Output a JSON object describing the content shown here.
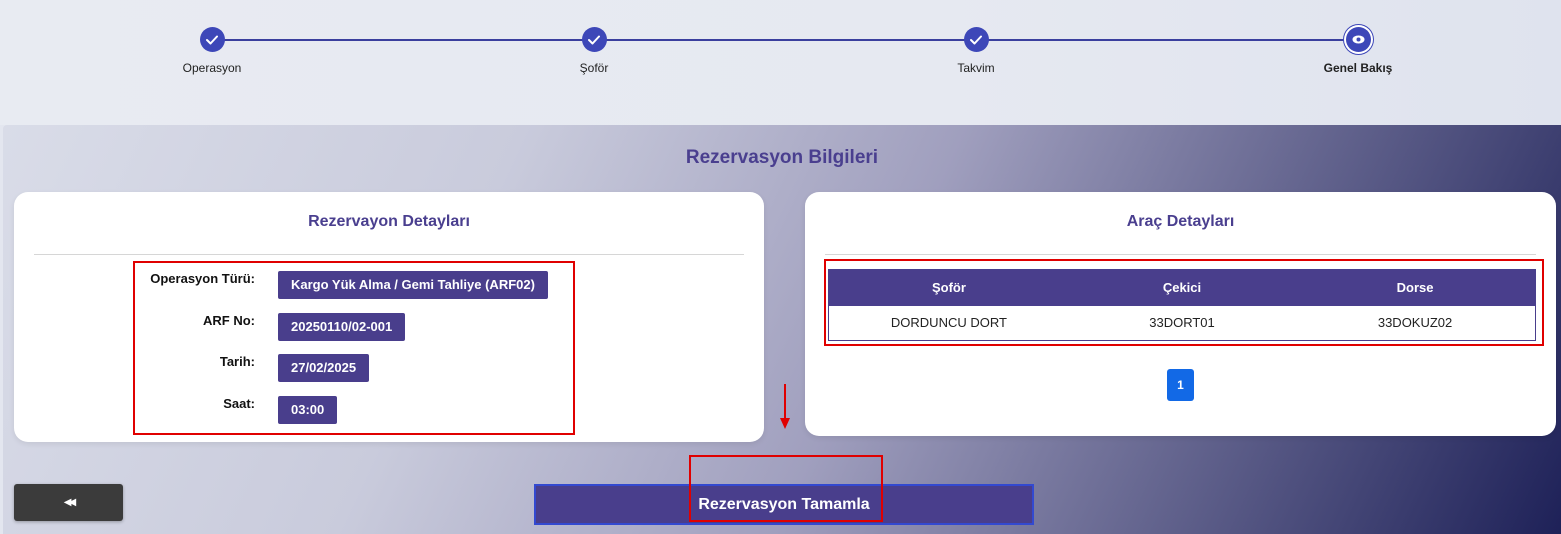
{
  "stepper": {
    "steps": [
      {
        "label": "Operasyon",
        "icon": "check-icon",
        "done": true
      },
      {
        "label": "Şoför",
        "icon": "check-icon",
        "done": true
      },
      {
        "label": "Takvim",
        "icon": "check-icon",
        "done": true
      },
      {
        "label": "Genel Bakış",
        "icon": "eye-icon",
        "current": true
      }
    ],
    "color": "#3d47b8"
  },
  "main": {
    "title": "Rezervasyon Bilgileri"
  },
  "reservation": {
    "title": "Rezervayon Detayları",
    "rows": [
      {
        "label": "Operasyon Türü:",
        "value": "Kargo Yük Alma / Gemi Tahliye (ARF02)"
      },
      {
        "label": "ARF No:",
        "value": "20250110/02-001"
      },
      {
        "label": "Tarih:",
        "value": "27/02/2025"
      },
      {
        "label": "Saat:",
        "value": "03:00"
      }
    ]
  },
  "vehicle": {
    "title": "Araç Detayları",
    "columns": [
      "Şoför",
      "Çekici",
      "Dorse"
    ],
    "rows": [
      [
        "DORDUNCU DORT",
        "33DORT01",
        "33DOKUZ02"
      ]
    ],
    "pagination": {
      "current_page": "1"
    }
  },
  "actions": {
    "back_icon": "rewind-icon",
    "back_symbol": "◀◀",
    "complete_label": "Rezervasyon Tamamla"
  },
  "colors": {
    "accent": "#493e8c",
    "annotation": "#e00000",
    "page_button": "#1269e6"
  }
}
